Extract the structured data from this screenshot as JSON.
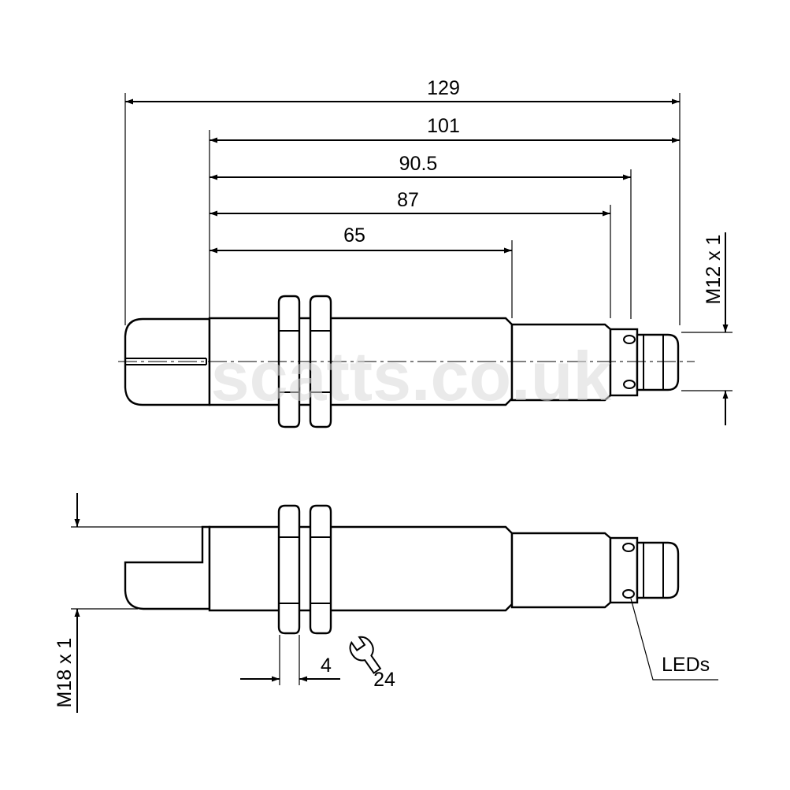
{
  "dimensions": {
    "length_total": "129",
    "length_101": "101",
    "length_90_5": "90.5",
    "length_87": "87",
    "length_65": "65",
    "thread_connector": "M12 x 1",
    "thread_body": "M18 x 1",
    "nut_thickness": "4",
    "wrench_size": "24"
  },
  "labels": {
    "leds": "LEDs"
  },
  "watermark": "scatts.co.uk"
}
